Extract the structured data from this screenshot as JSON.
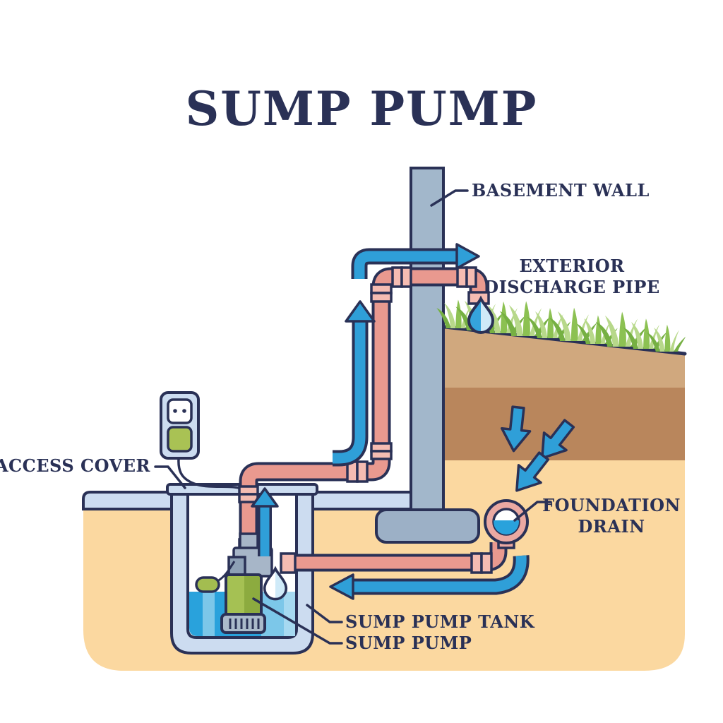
{
  "title": "SUMP PUMP",
  "labels": {
    "basement_wall": "BASEMENT WALL",
    "exterior_discharge_line1": "EXTERIOR",
    "exterior_discharge_line2": "DISCHARGE PIPE",
    "access_cover": "ACCESS COVER",
    "foundation_drain_line1": "FOUNDATION",
    "foundation_drain_line2": "DRAIN",
    "sump_pump_tank": "SUMP PUMP TANK",
    "sump_pump": "SUMP PUMP"
  },
  "icons": {
    "water_droplet": "teardrop-shape",
    "flow_arrow": "blue-outlined-arrow"
  },
  "colors": {
    "outline_navy": "#2a3156",
    "text_navy": "#2a3156",
    "wall_gray_blue": "#a2b7cb",
    "footing_gray": "#9cb0c6",
    "concrete_light_blue": "#ccdcf0",
    "pipe_pink": "#e9998f",
    "pipe_coupling_pink": "#f5bcb2",
    "flow_arrow_blue": "#2f9fd8",
    "water_blue": "#29a2dc",
    "water_stripe_light": "#7cc7e9",
    "droplet_dark": "#35a4dc",
    "droplet_light": "#cfeaf8",
    "soil_peach": "#fbd8a0",
    "soil_tan": "#d0a87e",
    "soil_brown": "#b9865c",
    "grass_dark": "#76b043",
    "grass_mid": "#8cc152",
    "grass_light": "#b7d88a",
    "pump_green": "#a5c153",
    "pump_green_dark": "#8cab3f",
    "pump_gray": "#a7b6c8",
    "pump_gray_dark": "#8da0b6",
    "pump_base_gray": "#abbaca",
    "float_green": "#a3bd50",
    "outlet_plug_green": "#a9c254"
  }
}
